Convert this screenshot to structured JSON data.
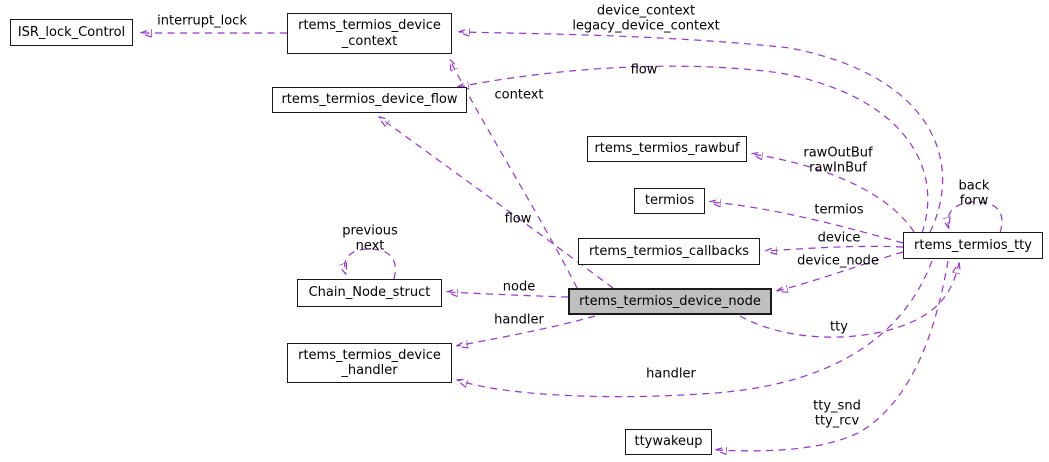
{
  "diagram": {
    "kind": "collaboration-graph",
    "colors": {
      "edge": "#9a32cd",
      "node_border": "#1a1a1a",
      "node_fill": "#ffffff",
      "focus_node_fill": "#bfbfbf",
      "background": "#ffffff",
      "text": "#000000"
    },
    "nodes": [
      {
        "id": "isr_lock_control",
        "label": "ISR_lock_Control"
      },
      {
        "id": "device_context",
        "label": "rtems_termios_device\n_context"
      },
      {
        "id": "device_flow",
        "label": "rtems_termios_device_flow"
      },
      {
        "id": "rawbuf",
        "label": "rtems_termios_rawbuf"
      },
      {
        "id": "termios",
        "label": "termios"
      },
      {
        "id": "callbacks",
        "label": "rtems_termios_callbacks"
      },
      {
        "id": "chain_node_struct",
        "label": "Chain_Node_struct"
      },
      {
        "id": "device_node",
        "label": "rtems_termios_device_node",
        "focus": true
      },
      {
        "id": "device_handler",
        "label": "rtems_termios_device\n_handler"
      },
      {
        "id": "ttywakeup",
        "label": "ttywakeup"
      },
      {
        "id": "tty",
        "label": "rtems_termios_tty"
      }
    ],
    "edges": [
      {
        "from": "device_context",
        "to": "isr_lock_control",
        "label": "interrupt_lock"
      },
      {
        "from": "tty",
        "to": "device_context",
        "label": "device_context\nlegacy_device_context"
      },
      {
        "from": "tty",
        "to": "device_flow",
        "label": "flow"
      },
      {
        "from": "device_node",
        "to": "device_context",
        "label": "context"
      },
      {
        "from": "device_node",
        "to": "device_flow",
        "label": "flow"
      },
      {
        "from": "tty",
        "to": "rawbuf",
        "label": "rawOutBuf\nrawInBuf"
      },
      {
        "from": "tty",
        "to": "termios",
        "label": "termios"
      },
      {
        "from": "tty",
        "to": "callbacks",
        "label": "device"
      },
      {
        "from": "tty",
        "to": "device_node",
        "label": "device_node"
      },
      {
        "from": "device_node",
        "to": "chain_node_struct",
        "label": "node"
      },
      {
        "from": "chain_node_struct",
        "to": "chain_node_struct",
        "label": "previous\nnext"
      },
      {
        "from": "device_node",
        "to": "device_handler",
        "label": "handler"
      },
      {
        "from": "tty",
        "to": "device_handler",
        "label": "handler"
      },
      {
        "from": "device_node",
        "to": "tty",
        "label": "tty"
      },
      {
        "from": "tty",
        "to": "ttywakeup",
        "label": "tty_snd\ntty_rcv"
      },
      {
        "from": "tty",
        "to": "tty",
        "label": "back\nforw"
      }
    ]
  }
}
